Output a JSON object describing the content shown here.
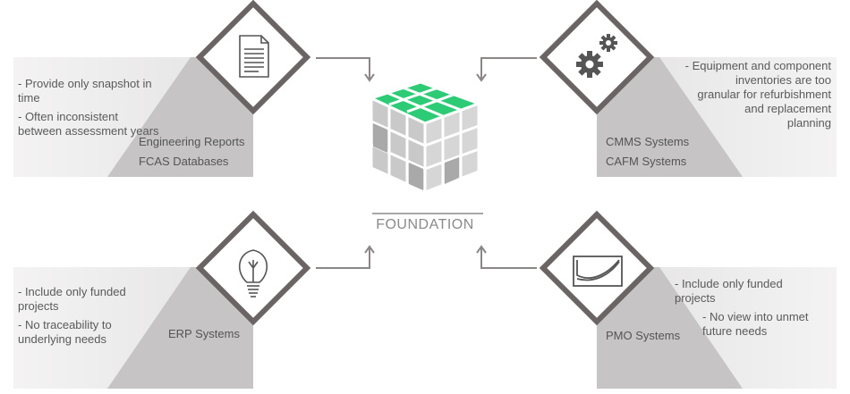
{
  "center": {
    "label": "FOUNDATION"
  },
  "quadrants": {
    "top_left": {
      "icon": "document-icon",
      "bullets": [
        "- Provide only snapshot in time",
        "- Often inconsistent between assessment years"
      ],
      "labels": [
        "Engineering Reports",
        "FCAS Databases"
      ]
    },
    "top_right": {
      "icon": "gears-icon",
      "bullets": [
        "- Equipment and component\ninventories are too\ngranular for refurbishment\nand replacement\nplanning"
      ],
      "labels": [
        "CMMS Systems",
        "CAFM Systems"
      ]
    },
    "bottom_left": {
      "icon": "lightbulb-icon",
      "bullets": [
        "- Include only funded projects",
        "- No traceability to underlying needs"
      ],
      "labels": [
        "ERP Systems"
      ]
    },
    "bottom_right": {
      "icon": "chart-icon",
      "bullets": [
        "- Include only funded\n   projects",
        "- No view into unmet\n   future needs"
      ],
      "labels": [
        "PMO Systems"
      ]
    }
  },
  "colors": {
    "panel": "#ebeaea",
    "wedge": "#c4c2c2",
    "diamond": "#6b6464",
    "green": "#2ecb77",
    "cube_gray": "#cbcbcb"
  }
}
